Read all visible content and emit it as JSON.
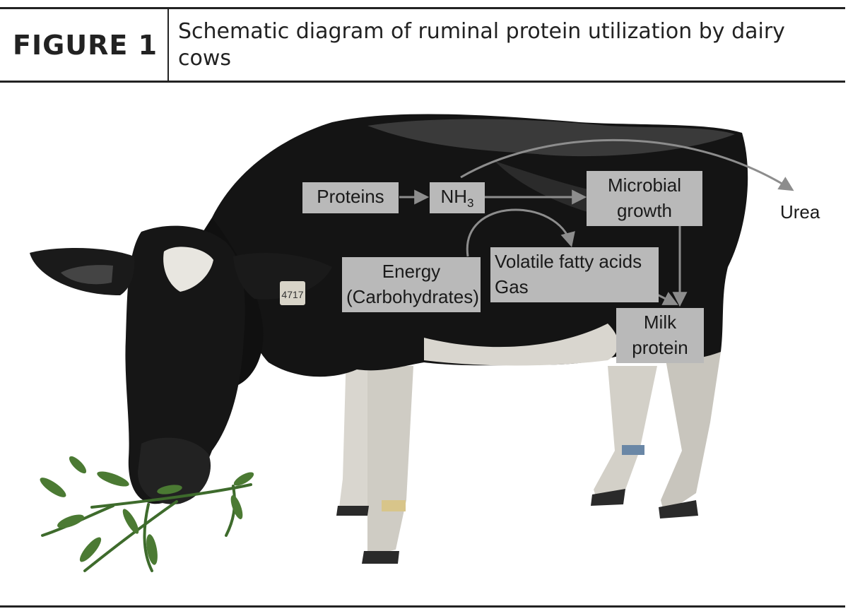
{
  "header": {
    "label": "FIGURE 1",
    "title": "Schematic diagram of ruminal protein utilization by dairy cows"
  },
  "cow": {
    "ear_tag": "4717"
  },
  "nodes": {
    "proteins": "Proteins",
    "nh3_main": "NH",
    "nh3_sub": "3",
    "microbial_line1": "Microbial",
    "microbial_line2": "growth",
    "urea": "Urea",
    "energy_line1": "Energy",
    "energy_line2": "(Carbohydrates)",
    "vfa_line1": "Volatile fatty acids",
    "vfa_line2": "Gas",
    "milk_line1": "Milk",
    "milk_line2": "protein"
  },
  "colors": {
    "box_fill": "#b9b9b9",
    "cow_black": "#141414",
    "cow_white": "#e4e2dc",
    "arrow": "#8d8d8d",
    "plant": "#3e6b2c"
  }
}
